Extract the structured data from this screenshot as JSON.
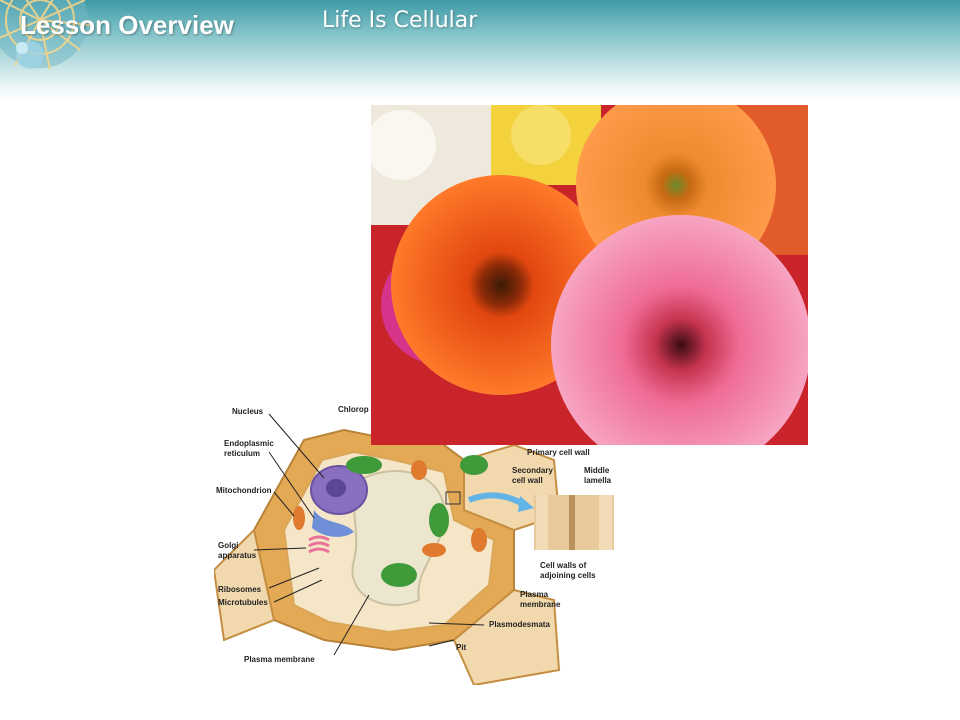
{
  "header": {
    "lesson_label": "Lesson Overview",
    "subtitle": "Life Is Cellular"
  },
  "diagram": {
    "labels": {
      "nucleus": "Nucleus",
      "chloroplast": "Chlorop",
      "endoplasmic_1": "Endoplasmic",
      "endoplasmic_2": "reticulum",
      "mitochondrion": "Mitochondrion",
      "golgi_1": "Golgi",
      "golgi_2": "apparatus",
      "ribosomes": "Ribosomes",
      "microtubules": "Microtubules",
      "plasma_membrane": "Plasma membrane",
      "primary_wall": "Primary cell wall",
      "secondary_1": "Secondary",
      "secondary_2": "cell wall",
      "middle_1": "Middle",
      "middle_2": "lamella",
      "adjoining_1": "Cell walls of",
      "adjoining_2": "adjoining cells",
      "plasma_right_1": "Plasma",
      "plasma_right_2": "membrane",
      "plasmodesmata": "Plasmodesmata",
      "pit": "Pit"
    }
  },
  "colors": {
    "banner": "#3f9aa6",
    "cell_wall": "#e3a955",
    "cytoplasm": "#f6e6c8",
    "nucleus": "#8a6fc0",
    "chloroplast": "#3f9a3a",
    "mitochondria": "#e07a2f",
    "flower_orange": "#ef5a1c",
    "flower_pink": "#e85b86"
  }
}
